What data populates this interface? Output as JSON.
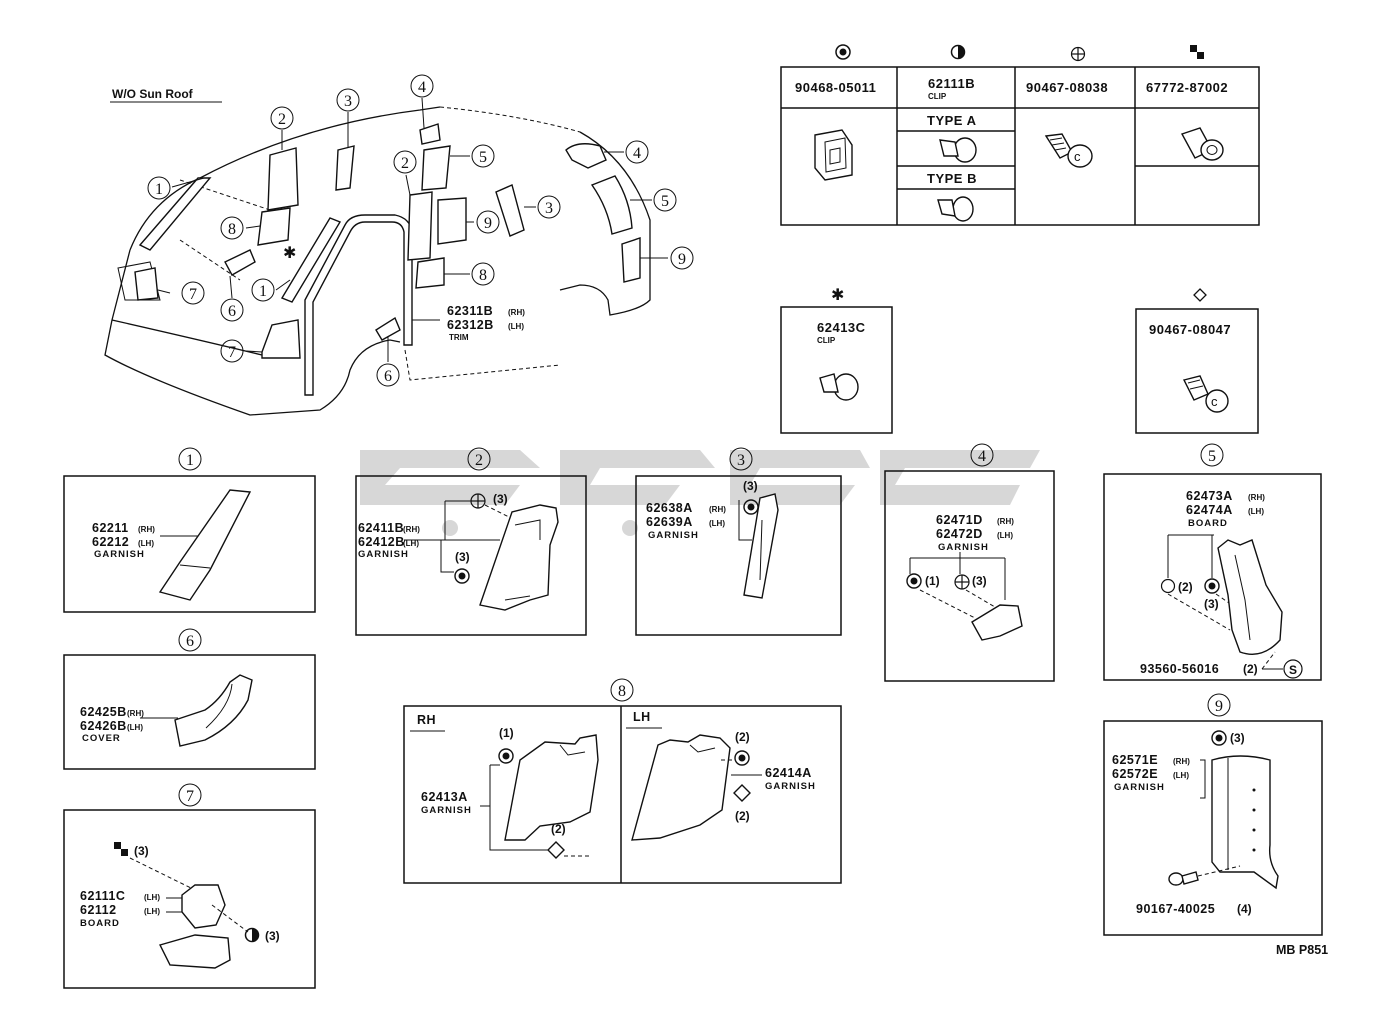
{
  "header_label": "W/O Sun Roof",
  "footer_code": "MB P851",
  "callouts": {
    "c1": "1",
    "c2": "2",
    "c3": "3",
    "c4": "4",
    "c5": "5",
    "c6": "6",
    "c7": "7",
    "c8": "8",
    "c9": "9"
  },
  "overview": {
    "trim_rh": "62311B",
    "trim_rh_side": "(RH)",
    "trim_lh": "62312B",
    "trim_lh_side": "(LH)",
    "trim_desc": "TRIM"
  },
  "fastener_table": {
    "col1": {
      "part": "90468-05011"
    },
    "col2": {
      "part": "62111B",
      "desc": "CLIP",
      "type_a": "TYPE A",
      "type_b": "TYPE B"
    },
    "col3": {
      "part": "90467-08038"
    },
    "col4": {
      "part": "67772-87002"
    }
  },
  "clip_box": {
    "part": "62413C",
    "desc": "CLIP"
  },
  "screw_box": {
    "part": "90467-08047"
  },
  "panels": {
    "p1": {
      "num": "1",
      "rh": "62211",
      "rh_side": "(RH)",
      "lh": "62212",
      "lh_side": "(LH)",
      "desc": "GARNISH"
    },
    "p2": {
      "num": "2",
      "rh": "62411B",
      "rh_side": "(RH)",
      "lh": "62412B",
      "lh_side": "(LH)",
      "desc": "GARNISH",
      "q1": "(3)",
      "q2": "(3)"
    },
    "p3": {
      "num": "3",
      "rh": "62638A",
      "rh_side": "(RH)",
      "lh": "62639A",
      "lh_side": "(LH)",
      "desc": "GARNISH",
      "q1": "(3)"
    },
    "p4": {
      "num": "4",
      "rh": "62471D",
      "rh_side": "(RH)",
      "lh": "62472D",
      "lh_side": "(LH)",
      "desc": "GARNISH",
      "q1": "(1)",
      "q2": "(3)"
    },
    "p5": {
      "num": "5",
      "rh": "62473A",
      "rh_side": "(RH)",
      "lh": "62474A",
      "lh_side": "(LH)",
      "desc": "BOARD",
      "q1": "(2)",
      "q2": "(3)",
      "bottom": "93560-56016",
      "bottom_qty": "(2)",
      "s_mark": "S"
    },
    "p6": {
      "num": "6",
      "rh": "62425B",
      "rh_side": "(RH)",
      "lh": "62426B",
      "lh_side": "(LH)",
      "desc": "COVER"
    },
    "p7": {
      "num": "7",
      "rh": "62111C",
      "rh_side": "(LH)",
      "lh": "62112",
      "lh_side": "(LH)",
      "desc": "BOARD",
      "q1": "(3)",
      "q2": "(3)"
    },
    "p8": {
      "num": "8",
      "rh_label": "RH",
      "lh_label": "LH",
      "rh_part": "62413A",
      "rh_desc": "GARNISH",
      "rh_q1": "(1)",
      "rh_q2": "(2)",
      "lh_part": "62414A",
      "lh_desc": "GARNISH",
      "lh_q1": "(2)",
      "lh_q2": "(2)"
    },
    "p9": {
      "num": "9",
      "rh": "62571E",
      "rh_side": "(RH)",
      "lh": "62572E",
      "lh_side": "(LH)",
      "desc": "GARNISH",
      "q1": "(3)",
      "bottom": "90167-40025",
      "bottom_qty": "(4)"
    }
  }
}
